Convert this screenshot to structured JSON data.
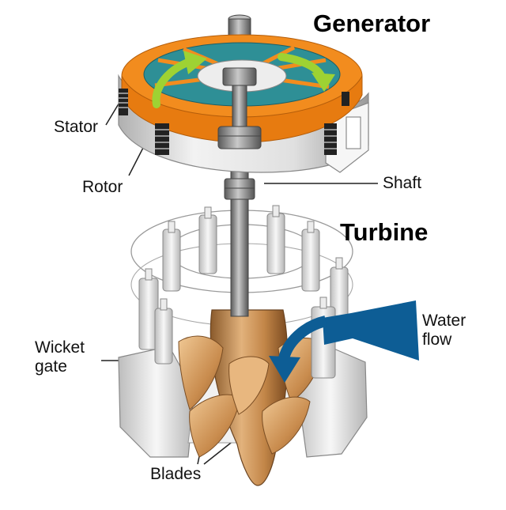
{
  "titles": {
    "generator": "Generator",
    "turbine": "Turbine"
  },
  "labels": {
    "stator": "Stator",
    "rotor": "Rotor",
    "shaft": "Shaft",
    "water_line1": "Water",
    "water_line2": "flow",
    "wicket_line1": "Wicket",
    "wicket_line2": "gate",
    "blades": "Blades"
  },
  "colors": {
    "stator_metal": "#d9d9d9",
    "rotor_orange": "#f28c1e",
    "rotor_teal": "#2e8f96",
    "rotation_arrow": "#9ed233",
    "shaft_metal": "#8a8a8a",
    "runner_bronze": "#c8935b",
    "water_flow": "#0d5d95",
    "wicket_gate": "#ececec"
  },
  "icons": {
    "rotation": "curved-arrow-icon",
    "water": "water-flow-arrow-icon"
  }
}
